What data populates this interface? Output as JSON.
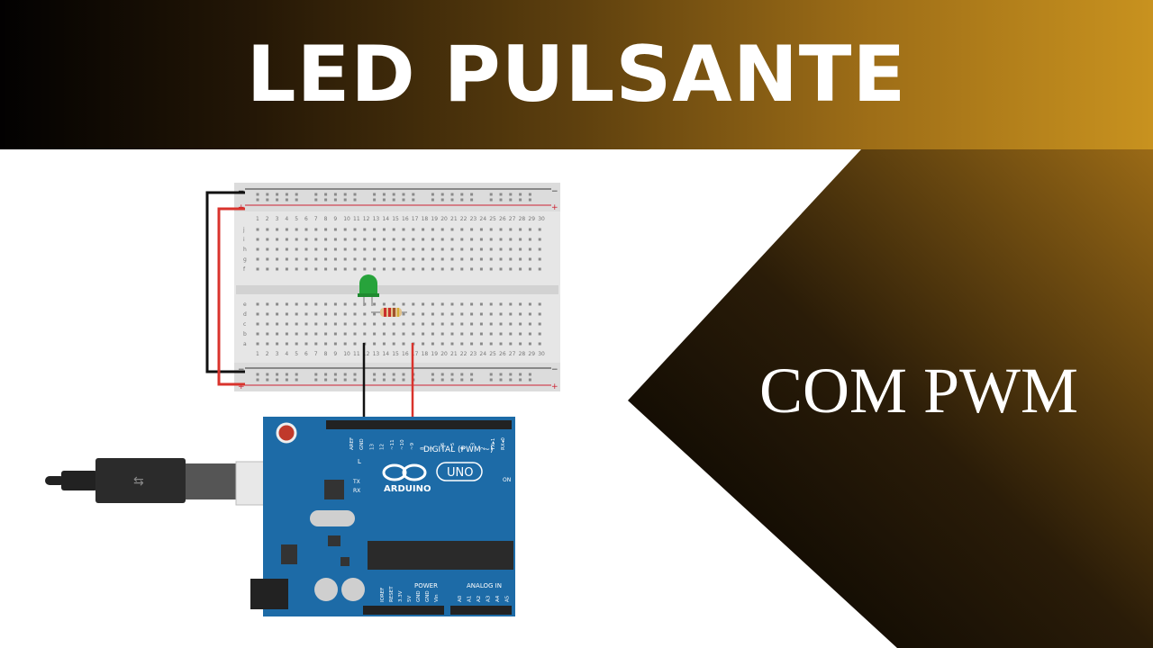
{
  "title": "LED PULSANTE",
  "subtitle": "COM PWM",
  "colors": {
    "banner_start": "#020101",
    "banner_end": "#c8921f",
    "board_blue": "#1d6ba7",
    "breadboard": "#e9e9e9",
    "wire_red": "#d9332c",
    "wire_black": "#111111",
    "led_green": "#27a33b"
  },
  "board": {
    "logo_text": "ARDUINO",
    "model_text": "UNO",
    "digital_label": "DIGITAL (PWM ~)",
    "power_label": "POWER",
    "analog_label": "ANALOG IN",
    "led_l_label": "L",
    "tx_label": "TX",
    "rx_label": "RX",
    "on_label": "ON",
    "top_pins": [
      "AREF",
      "GND",
      "13",
      "12",
      "~11",
      "~10",
      "~9",
      "8",
      "7",
      "~6",
      "~5",
      "4",
      "~3",
      "2",
      "TX▸1",
      "RX◂0"
    ],
    "power_pins": [
      "IOREF",
      "RESET",
      "3.3V",
      "5V",
      "GND",
      "GND",
      "Vin"
    ],
    "analog_pins": [
      "A0",
      "A1",
      "A2",
      "A3",
      "A4",
      "A5"
    ]
  },
  "breadboard": {
    "row_letters_top": [
      "j",
      "i",
      "h",
      "g",
      "f"
    ],
    "row_letters_bottom": [
      "e",
      "d",
      "c",
      "b",
      "a"
    ],
    "columns": [
      "1",
      "2",
      "3",
      "4",
      "5",
      "6",
      "7",
      "8",
      "9",
      "10",
      "11",
      "12",
      "13",
      "14",
      "15",
      "16",
      "17",
      "18",
      "19",
      "20",
      "21",
      "22",
      "23",
      "24",
      "25",
      "26",
      "27",
      "28",
      "29",
      "30"
    ]
  }
}
